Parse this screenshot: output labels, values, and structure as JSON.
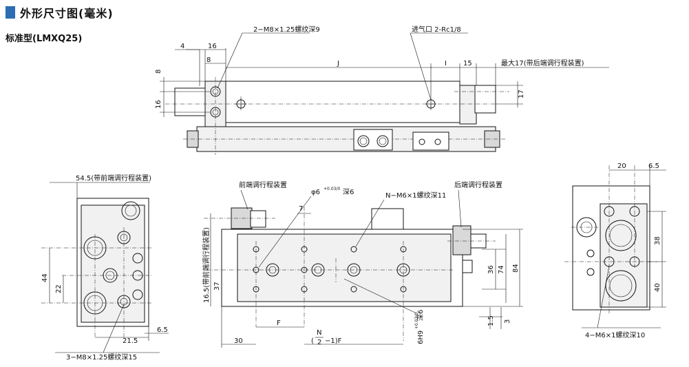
{
  "header": {
    "title": "外形尺寸图(毫米)",
    "accent_color": "#2c6db5"
  },
  "subtitle": "标准型(LMXQ25)",
  "top_view": {
    "dim_4": "4",
    "dim_16": "16",
    "dim_8_a": "8",
    "dim_8_b": "8",
    "dim_16_v": "16",
    "dim_J": "J",
    "dim_I": "I",
    "dim_15": "15",
    "dim_17": "17",
    "note_m8": "2−M8×1.25螺纹深9",
    "note_port": "进气口 2-Rc1/8",
    "note_max17": "最大17(带后端调行程装置)"
  },
  "left_view": {
    "note_545": "54.5(带前端调行程装置)",
    "dim_44": "44",
    "dim_22": "22",
    "dim_65": "6.5",
    "dim_215": "21.5",
    "note_m8_15": "3−M8×1.25螺纹深15"
  },
  "front_view": {
    "label_front_adj": "前端调行程装置",
    "label_rear_adj": "后端调行程装置",
    "note_phi6": "φ6",
    "tol_phi6": "+0.03/0",
    "note_deep6": "深6",
    "dim_7": "7",
    "note_m6_11": "N−M6×1螺纹深11",
    "note_165": "16.5(带前端调行程装置)",
    "dim_37": "37",
    "dim_36": "36",
    "dim_74": "74",
    "dim_84": "84",
    "dim_15b": "1.5",
    "dim_3": "3",
    "dim_F": "F",
    "dim_30": "30",
    "dim_NF_a": "(",
    "dim_NF_n": "N",
    "dim_NF_d": "2",
    "dim_NF_b": "−1)F",
    "note_6h9": "6H9",
    "tol_6h9": "+0.03/0",
    "note_6h9_deep": "深6"
  },
  "right_view": {
    "dim_20": "20",
    "dim_65": "6.5",
    "dim_38": "38",
    "dim_40": "40",
    "note_m6_10": "4−M6×1螺纹深10"
  }
}
